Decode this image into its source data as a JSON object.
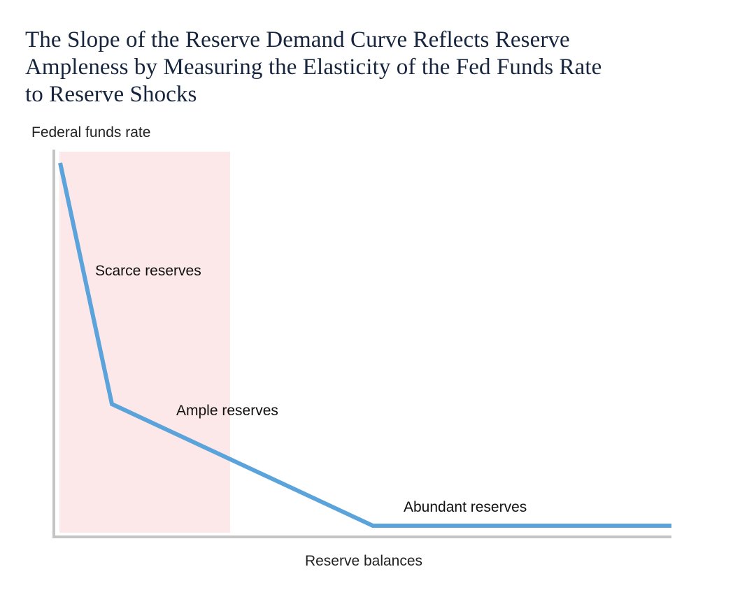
{
  "title": {
    "lines": [
      "The Slope of the Reserve Demand Curve Reflects Reserve",
      "Ampleness by Measuring the Elasticity of the Fed Funds Rate",
      "to Reserve Shocks"
    ]
  },
  "axes": {
    "y_title": "Federal funds rate",
    "x_title": "Reserve balances"
  },
  "annotations": {
    "scarce": "Scarce reserves",
    "ample": "Ample reserves",
    "abundant": "Abundant reserves"
  },
  "colors": {
    "title": "#16253d",
    "curve": "#5ba3db",
    "shaded_band": "#fce8e8",
    "axis": "#c4c4c4",
    "text": "#111111"
  },
  "chart_data": {
    "type": "line",
    "title": "The Slope of the Reserve Demand Curve Reflects Reserve Ampleness by Measuring the Elasticity of the Fed Funds Rate to Reserve Shocks",
    "xlabel": "Reserve balances",
    "ylabel": "Federal funds rate",
    "grid": false,
    "legend": null,
    "axis_ticks": {
      "x": [],
      "y": []
    },
    "xlim": [
      0,
      100
    ],
    "ylim": [
      0,
      100
    ],
    "series": [
      {
        "name": "Reserve demand curve",
        "color": "#5ba3db",
        "points": [
          {
            "x": 1.1,
            "y": 96.6,
            "regime": "scarce"
          },
          {
            "x": 9.5,
            "y": 34.4,
            "regime": "scarce-ample-kink"
          },
          {
            "x": 51.7,
            "y": 2.9,
            "regime": "ample-abundant-kink"
          },
          {
            "x": 100.0,
            "y": 2.9,
            "regime": "abundant"
          }
        ]
      }
    ],
    "shaded_regions": [
      {
        "label": "Scarce and ample reserves band",
        "color": "#fce8e8",
        "x_start": 1.0,
        "x_end": 28.6,
        "orientation": "vertical"
      }
    ],
    "annotations": [
      {
        "text": "Scarce reserves",
        "x": 6.8,
        "y": 63.1
      },
      {
        "text": "Ample reserves",
        "x": 19.9,
        "y": 27.9
      },
      {
        "text": "Abundant reserves",
        "x": 56.7,
        "y": 8.1
      }
    ]
  }
}
